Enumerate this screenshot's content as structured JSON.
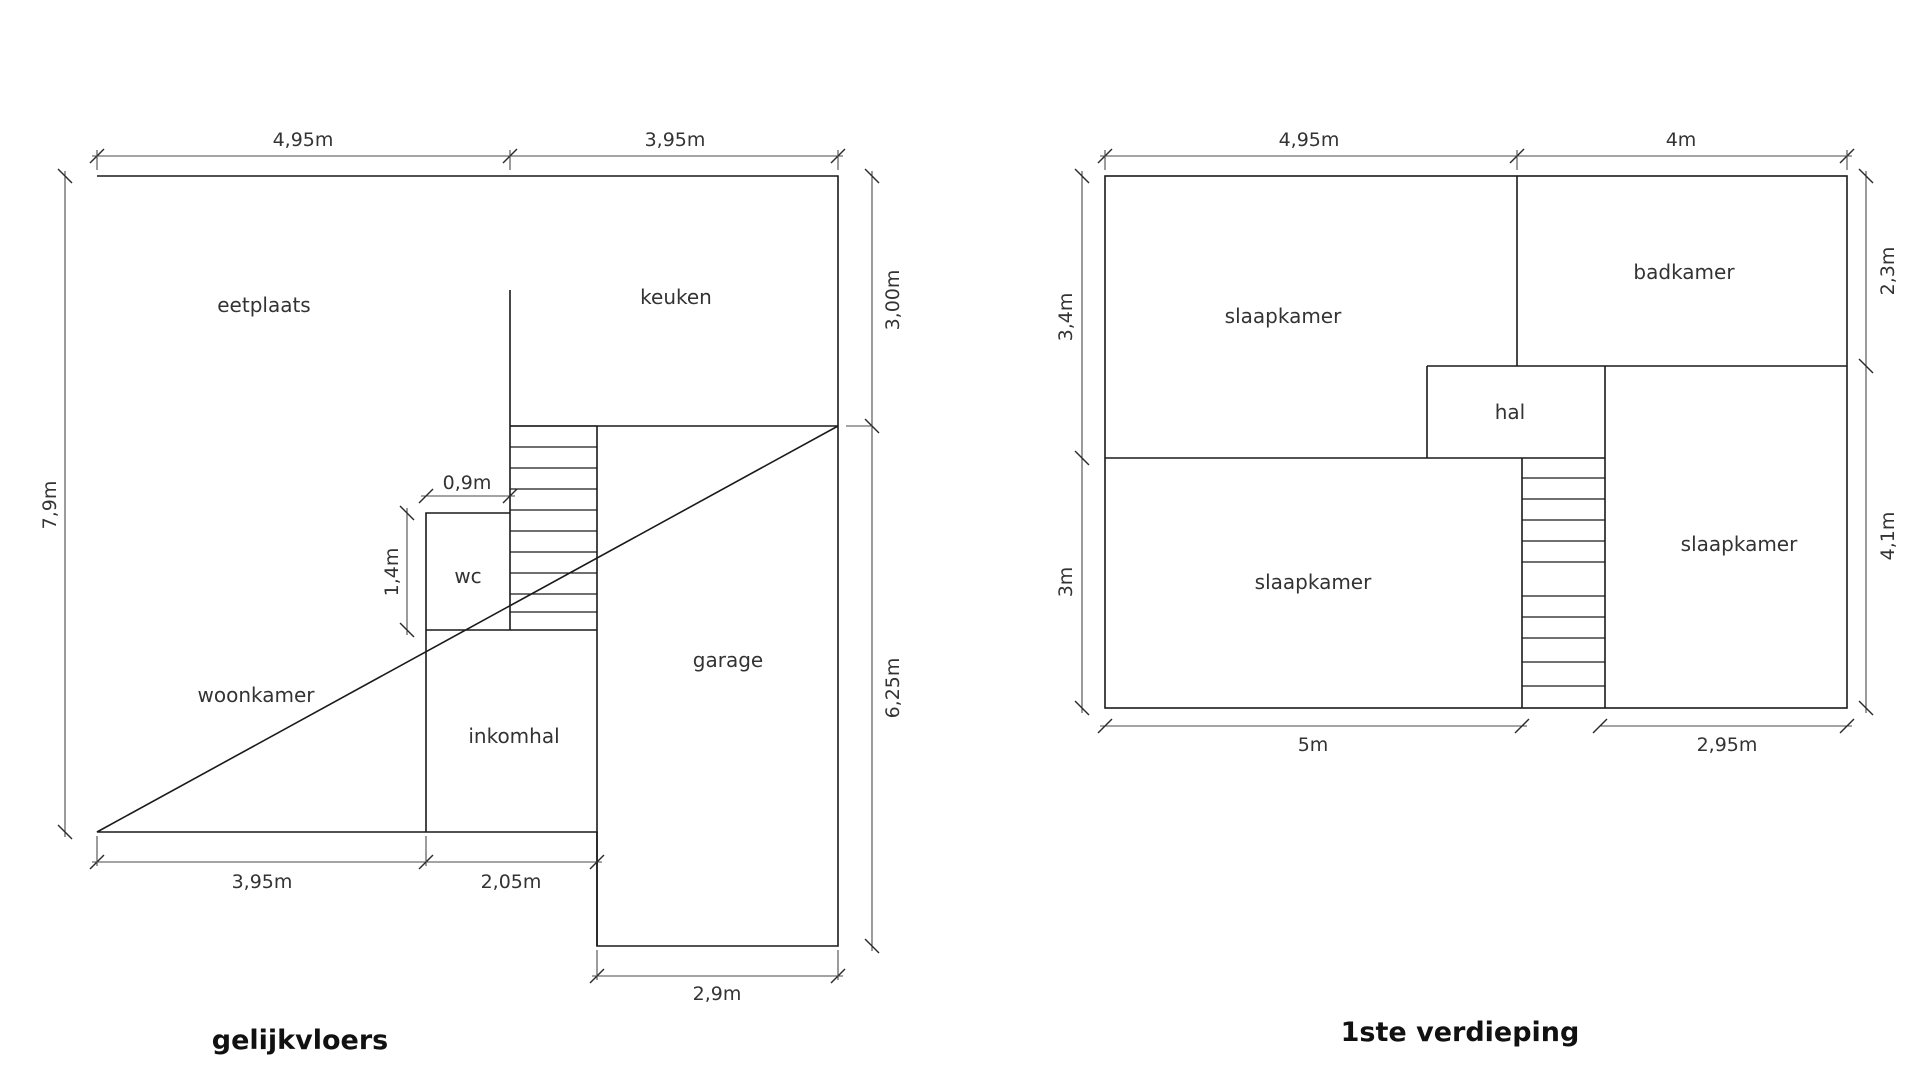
{
  "floors": {
    "ground": {
      "title": "gelijkvloers",
      "rooms": {
        "eetplaats": "eetplaats",
        "keuken": "keuken",
        "wc": "wc",
        "woonkamer": "woonkamer",
        "inkomhal": "inkomhal",
        "garage": "garage"
      },
      "dimensions": {
        "top_left": "4,95m",
        "top_right": "3,95m",
        "left_height": "7,9m",
        "right_upper": "3,00m",
        "right_lower": "6,25m",
        "wc_width": "0,9m",
        "wc_height": "1,4m",
        "bottom_left": "3,95m",
        "bottom_middle": "2,05m",
        "garage_width": "2,9m"
      }
    },
    "first": {
      "title": "1ste verdieping",
      "rooms": {
        "slaapkamer_top": "slaapkamer",
        "badkamer": "badkamer",
        "hal": "hal",
        "slaapkamer_bottom_left": "slaapkamer",
        "slaapkamer_right": "slaapkamer"
      },
      "dimensions": {
        "top_left": "4,95m",
        "top_right": "4m",
        "left_upper": "3,4m",
        "left_lower": "3m",
        "right_upper": "2,3m",
        "right_lower": "4,1m",
        "bottom_left": "5m",
        "bottom_right": "2,95m"
      }
    }
  }
}
